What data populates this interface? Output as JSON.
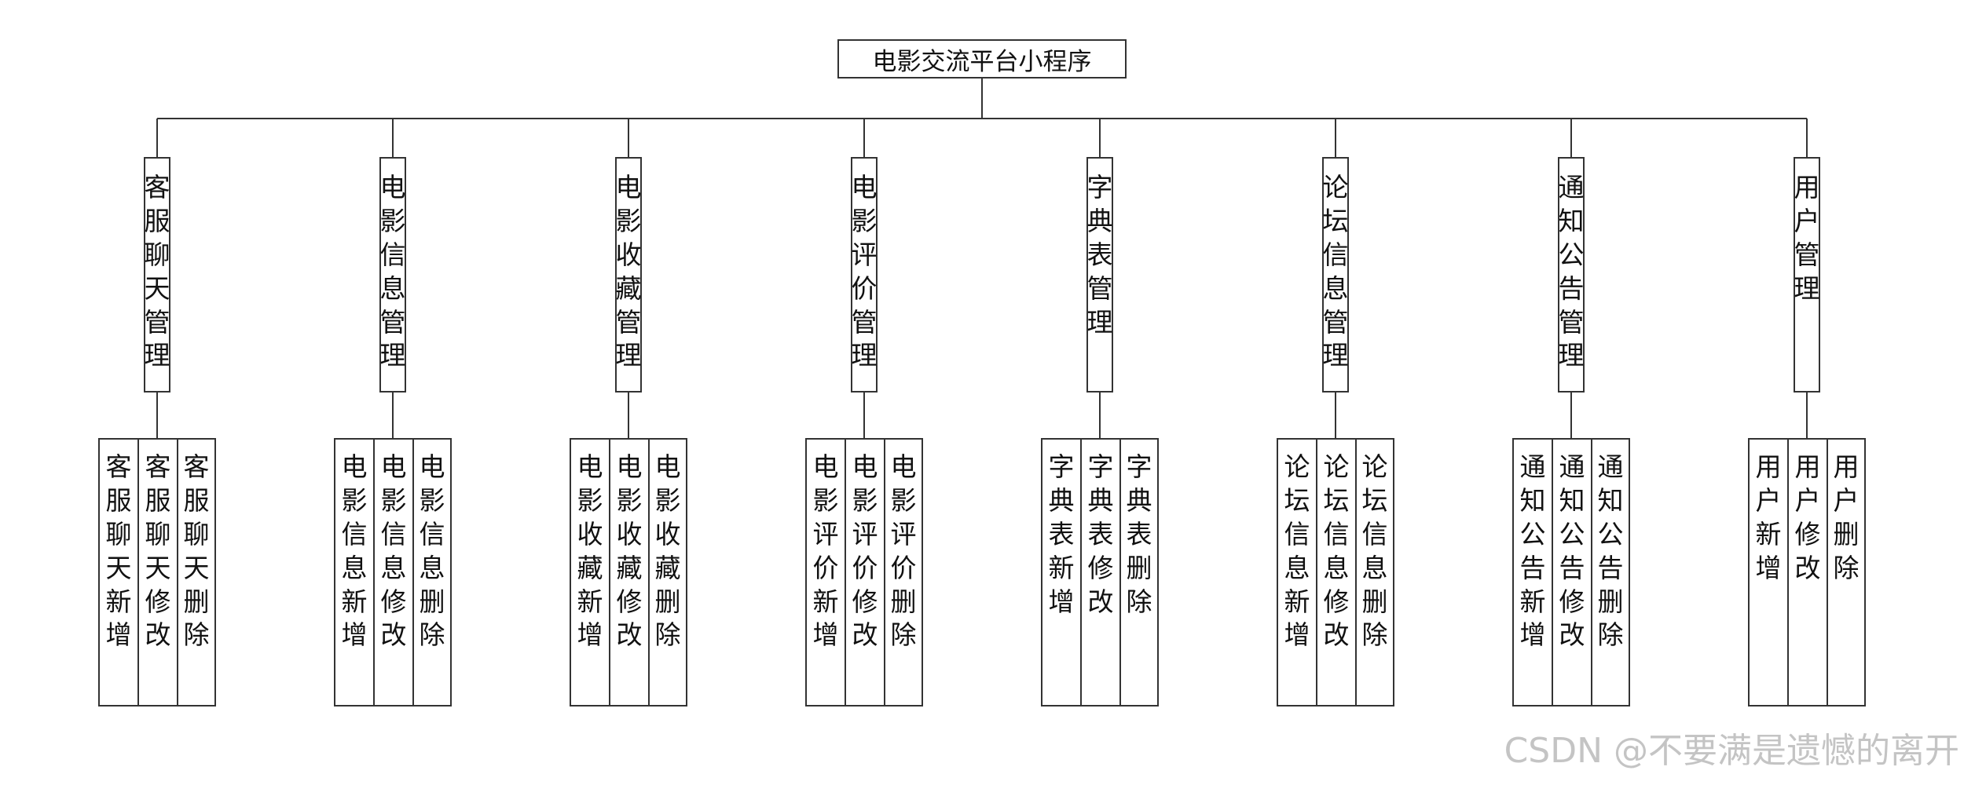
{
  "diagram": {
    "root": "电影交流平台小程序",
    "modules": [
      {
        "label": "客服聊天管理",
        "children": [
          "客服聊天新增",
          "客服聊天修改",
          "客服聊天删除"
        ]
      },
      {
        "label": "电影信息管理",
        "children": [
          "电影信息新增",
          "电影信息修改",
          "电影信息删除"
        ]
      },
      {
        "label": "电影收藏管理",
        "children": [
          "电影收藏新增",
          "电影收藏修改",
          "电影收藏删除"
        ]
      },
      {
        "label": "电影评价管理",
        "children": [
          "电影评价新增",
          "电影评价修改",
          "电影评价删除"
        ]
      },
      {
        "label": "字典表管理",
        "children": [
          "字典表新增",
          "字典表修改",
          "字典表删除"
        ]
      },
      {
        "label": "论坛信息管理",
        "children": [
          "论坛信息新增",
          "论坛信息修改",
          "论坛信息删除"
        ]
      },
      {
        "label": "通知公告管理",
        "children": [
          "通知公告新增",
          "通知公告修改",
          "通知公告删除"
        ]
      },
      {
        "label": "用户管理",
        "children": [
          "用户新增",
          "用户修改",
          "用户删除"
        ]
      }
    ]
  },
  "watermark": "CSDN @不要满是遗憾的离开",
  "colors": {
    "line": "#333333",
    "watermark": "#c4c4c4",
    "background": "#ffffff"
  }
}
